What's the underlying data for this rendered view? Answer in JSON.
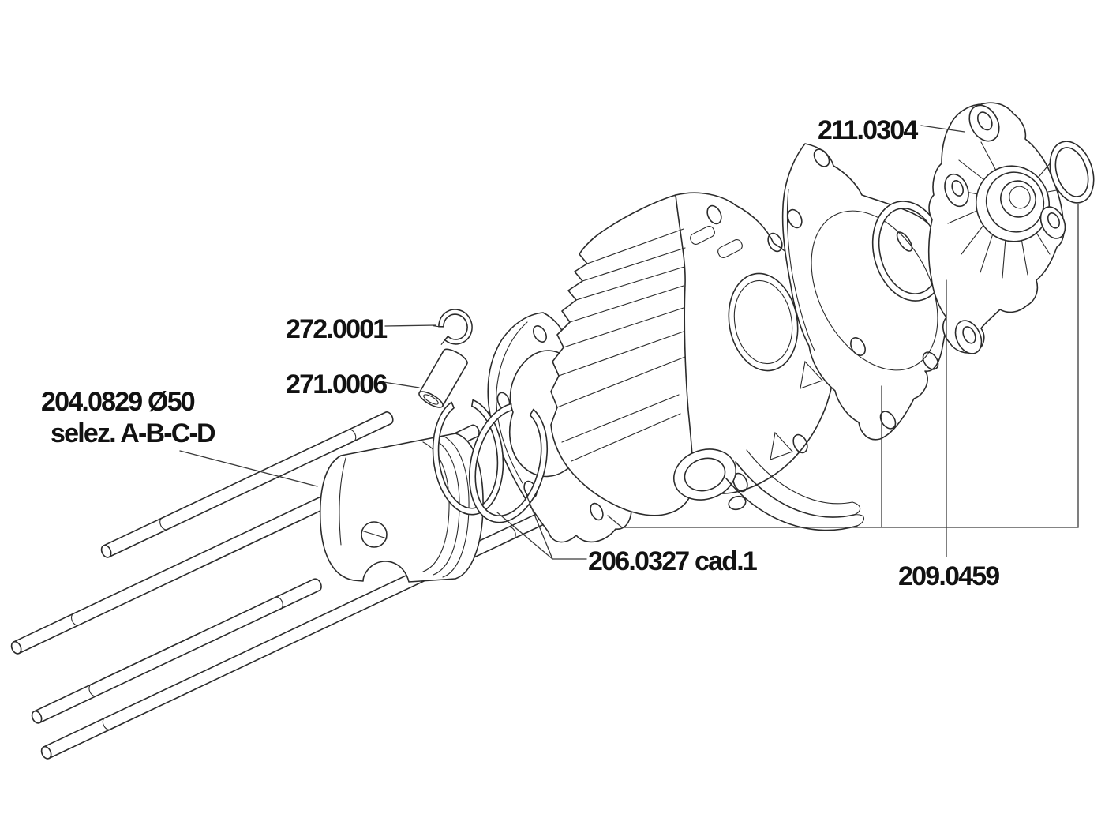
{
  "diagram": {
    "colors": {
      "background": "#ffffff",
      "line": "#2b2b2b",
      "text": "#121212"
    },
    "labels": {
      "cylinder_head": "211.0304",
      "circlip": "272.0001",
      "piston_pin": "271.0006",
      "piston_size": "204.0829 Ø50",
      "piston_selection": "selez. A-B-C-D",
      "gasket_set": "206.0327 cad.1",
      "head_gasket_set": "209.0459"
    }
  }
}
